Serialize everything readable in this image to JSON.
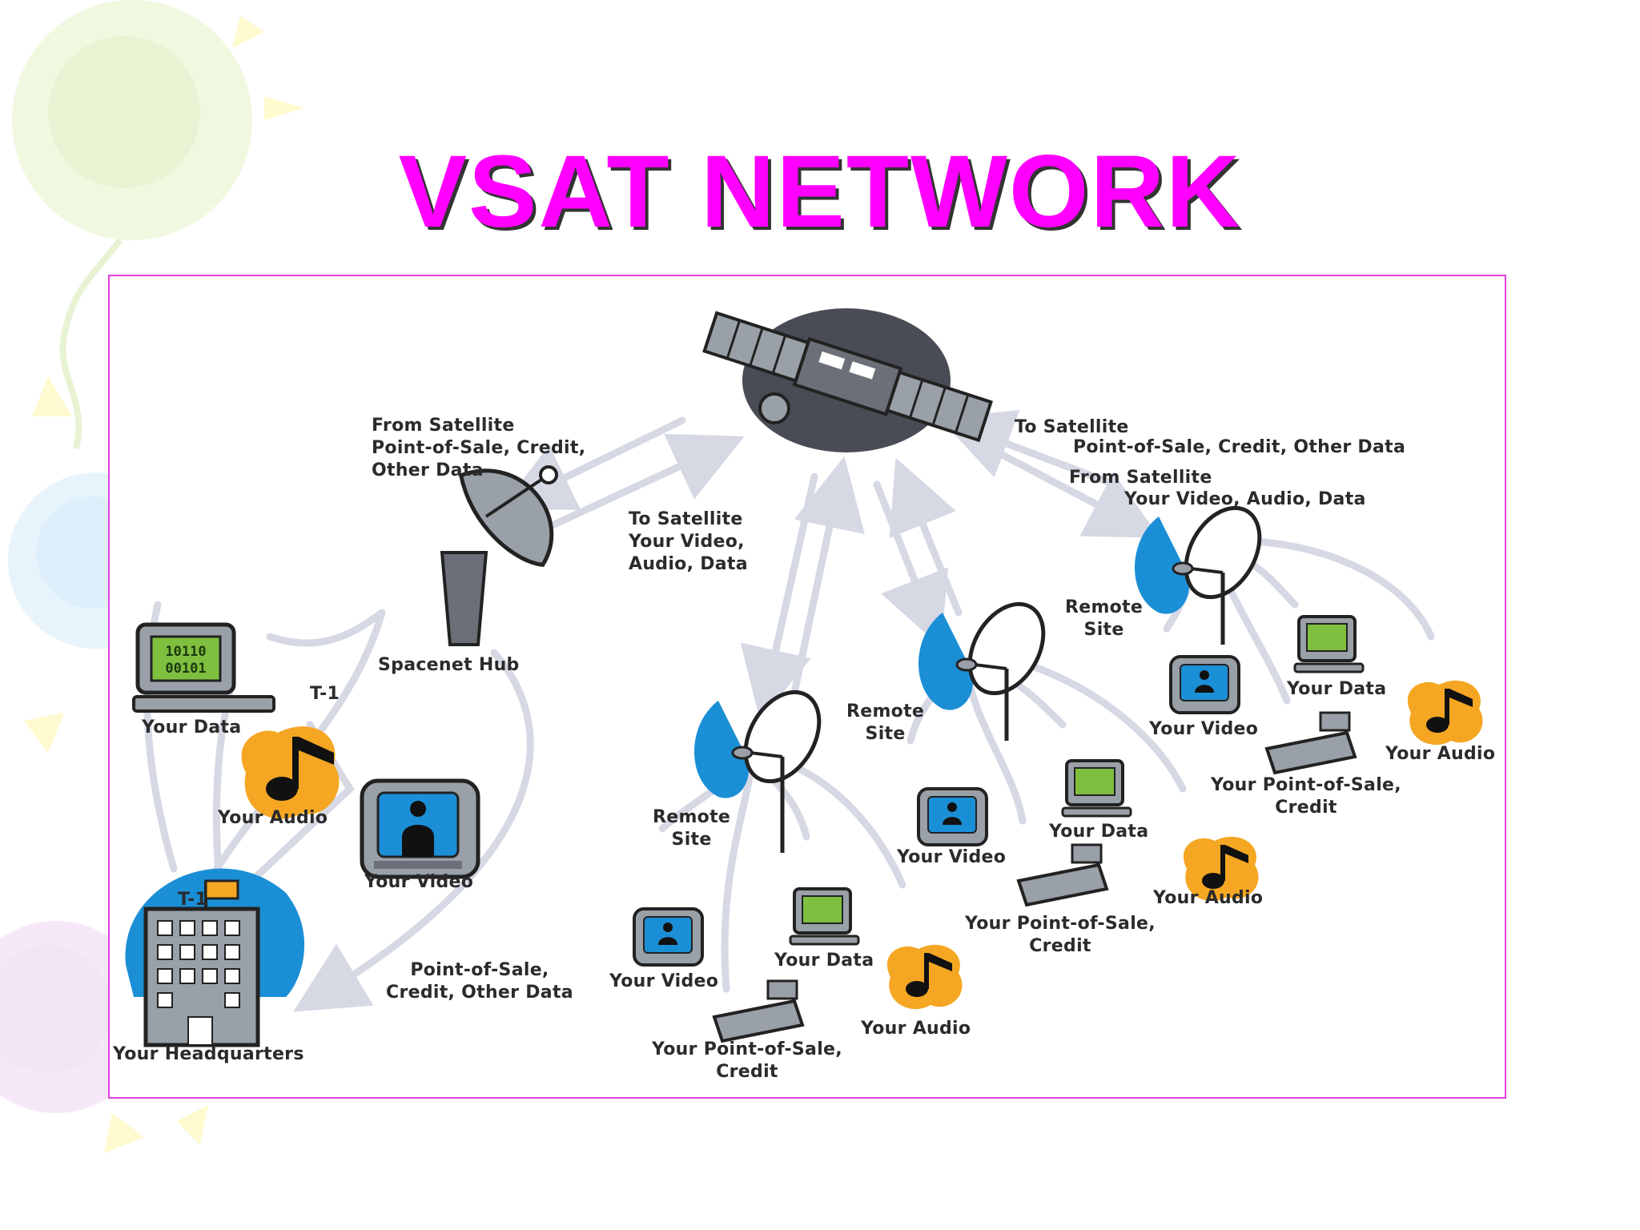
{
  "title": "VSAT NETWORK",
  "diagram": {
    "satellite": {
      "icon": "satellite-icon"
    },
    "hub": {
      "label": "Spacenet Hub",
      "icon": "satellite-dish-icon"
    },
    "headquarters": {
      "label": "Your Headquarters",
      "icon": "office-building-icon",
      "link_label": "T-1"
    },
    "hq_assets": {
      "data_label": "Your Data",
      "audio_label": "Your Audio",
      "video_label": "Your Video",
      "t1_label": "T-1"
    },
    "flows": {
      "from_satellite_hub": "From Satellite\nPoint-of-Sale, Credit,\nOther Data",
      "to_satellite_hub": "To Satellite\nYour Video,\nAudio, Data",
      "to_satellite_right": "To Satellite",
      "to_satellite_right_detail": "Point-of-Sale, Credit, Other Data",
      "from_satellite_right": "From Satellite",
      "from_satellite_right_detail": "Your Video, Audio, Data",
      "hq_pos": "Point-of-Sale,\nCredit, Other Data"
    },
    "remote_sites": [
      {
        "label": "Remote\nSite",
        "video": "Your Video",
        "data": "Your Data",
        "audio": "Your Audio",
        "pos": "Your Point-of-Sale,\nCredit"
      },
      {
        "label": "Remote\nSite",
        "video": "Your Video",
        "data": "Your Data",
        "audio": "Your Audio",
        "pos": "Your Point-of-Sale,\nCredit"
      },
      {
        "label": "Remote\nSite",
        "video": "Your Video",
        "data": "Your Data",
        "audio": "Your Audio",
        "pos": "Your Point-of-Sale,\nCredit"
      }
    ],
    "screen_digits": [
      "10110",
      "00101"
    ],
    "icons": [
      "music-note-icon",
      "tv-monitor-icon",
      "computer-monitor-icon",
      "cash-register-icon",
      "satellite-dish-icon"
    ]
  },
  "colors": {
    "title": "#ff00ff",
    "title_shadow": "#333333",
    "frame": "#e040e0",
    "dish_blue": "#1b8fd6",
    "audio_orange": "#f5a623",
    "screen_green": "#7fbf3f",
    "device_gray": "#9aa0a8",
    "arrow": "#d6d8e4"
  }
}
